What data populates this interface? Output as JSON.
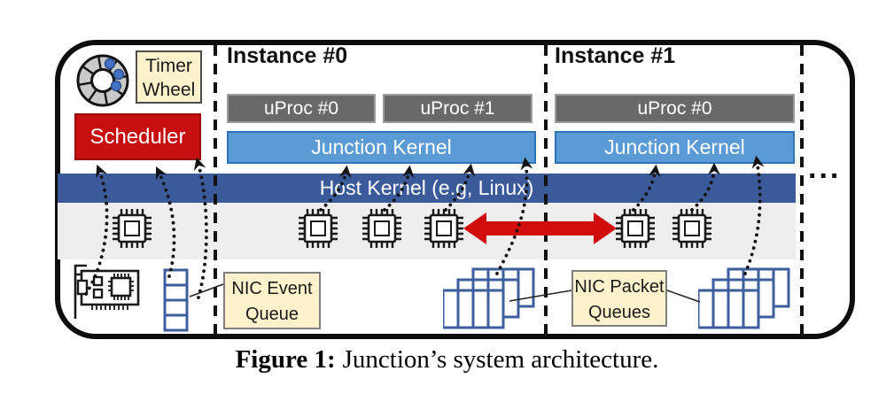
{
  "figure": {
    "caption_prefix": "Figure 1:",
    "caption_text": "Junction’s system architecture."
  },
  "diagram": {
    "timer_wheel_label": "Timer Wheel",
    "scheduler_label": "Scheduler",
    "host_kernel_label": "Host Kernel (e.g, Linux)",
    "ellipsis": "...",
    "nic_event_queue_label": "NIC Event Queue",
    "nic_packet_queues_label": "NIC Packet Queues",
    "instances": [
      {
        "title": "Instance #0",
        "uprocs": [
          "uProc #0",
          "uProc #1"
        ],
        "kernel_label": "Junction Kernel"
      },
      {
        "title": "Instance #1",
        "uprocs": [
          "uProc #0"
        ],
        "kernel_label": "Junction Kernel"
      }
    ],
    "icons": {
      "timer_wheel": "timer-wheel-icon",
      "cpu": "cpu-chip-icon",
      "nic": "nic-card-icon",
      "event_queue": "event-queue-icon",
      "packet_queues": "packet-queue-stack-icon",
      "transfer_arrow": "red-double-arrow"
    },
    "colors": {
      "scheduler_red": "#c80f0f",
      "arrow_red": "#d10c0c",
      "junction_blue": "#5b9bd5",
      "host_kernel_blue": "#3b5a9a",
      "uproc_gray": "#696969",
      "label_cream": "#fdf2cc",
      "queue_blue": "#3e5f9e",
      "band_gray": "#eeeeee",
      "dot_blue": "#4472c4"
    }
  }
}
